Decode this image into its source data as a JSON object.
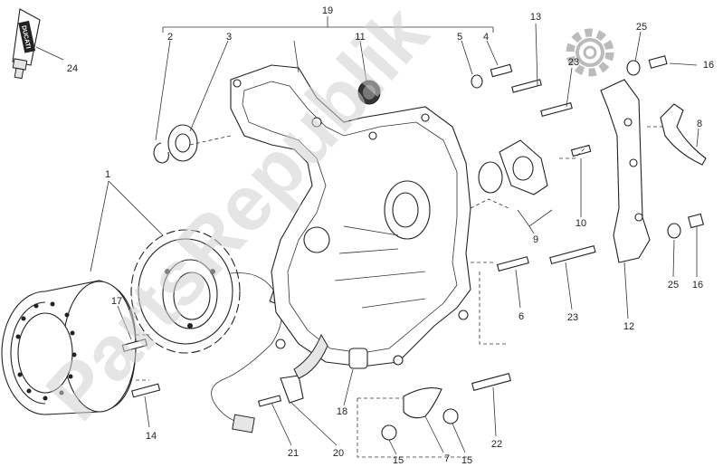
{
  "watermark": "PartsRepublik",
  "tube_label": "DUCATI",
  "callouts": {
    "c1": "1",
    "c2": "2",
    "c3": "3",
    "c4": "4",
    "c5": "5",
    "c6": "6",
    "c7": "7",
    "c8": "8",
    "c9": "9",
    "c10": "10",
    "c11": "11",
    "c12": "12",
    "c13": "13",
    "c14": "14",
    "c15a": "15",
    "c15b": "15",
    "c16a": "16",
    "c16b": "16",
    "c17": "17",
    "c18": "18",
    "c19": "19",
    "c20": "20",
    "c21": "21",
    "c22": "22",
    "c23a": "23",
    "c23b": "23",
    "c24": "24",
    "c25a": "25",
    "c25b": "25"
  }
}
